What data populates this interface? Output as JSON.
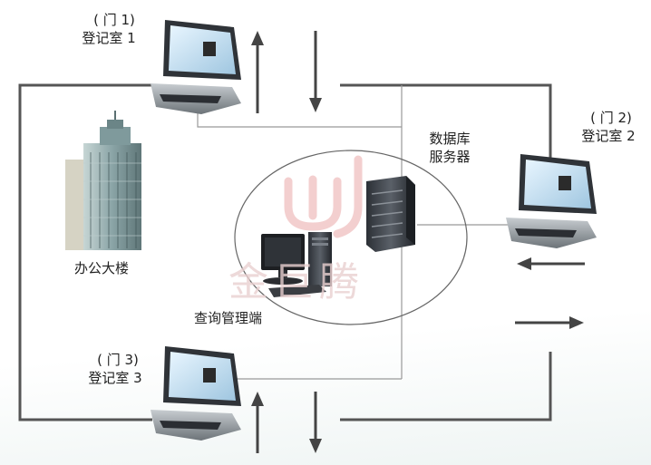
{
  "terminals": [
    {
      "door": "( 门 1)",
      "room": "登记室 1"
    },
    {
      "door": "( 门 2)",
      "room": "登记室 2"
    },
    {
      "door": "( 门 3)",
      "room": "登记室 3"
    }
  ],
  "server": {
    "line1": "数据库",
    "line2": "服务器"
  },
  "building_label": "办公大楼",
  "query_label": "查询管理端",
  "watermark": "金巨腾",
  "colors": {
    "line": "#555555",
    "thin_line": "#999999",
    "watermark": "#e8a0a0"
  }
}
